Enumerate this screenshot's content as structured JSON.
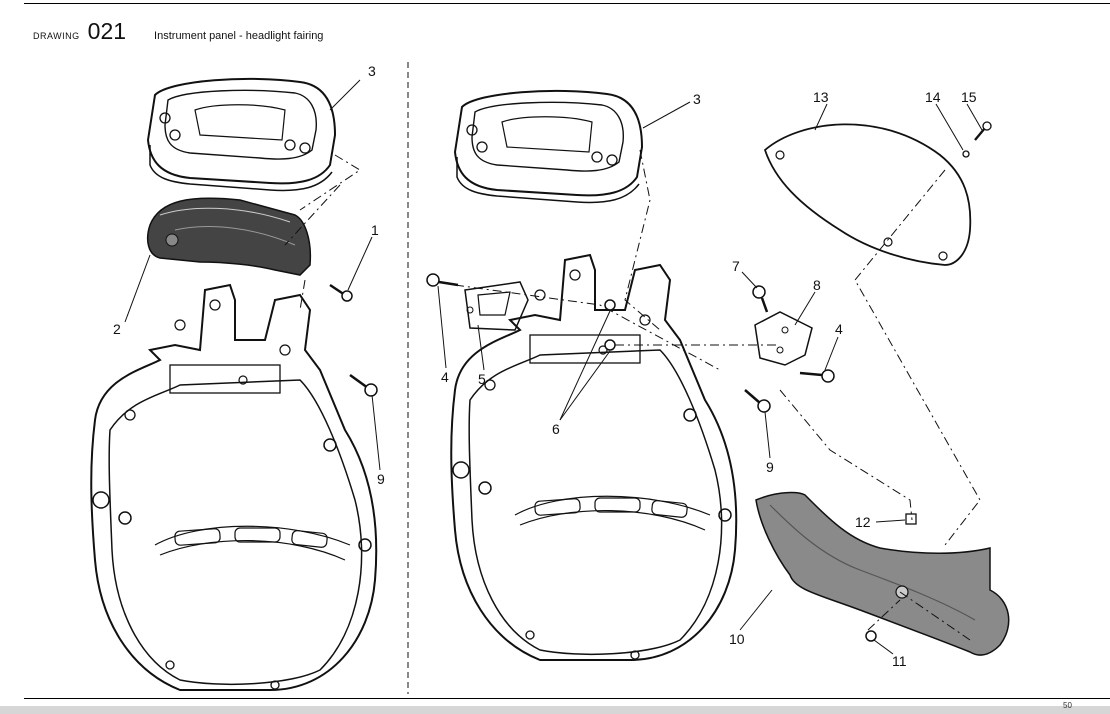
{
  "header": {
    "drawing_label": "DRAWING",
    "drawing_number": "021",
    "title": "Instrument panel - headlight fairing"
  },
  "page_number": "50",
  "callouts": {
    "left": {
      "c3": "3",
      "c1": "1",
      "c2": "2",
      "c9": "9"
    },
    "right": {
      "c3": "3",
      "c13": "13",
      "c14": "14",
      "c15": "15",
      "c7": "7",
      "c8": "8",
      "c4a": "4",
      "c4b": "4",
      "c5": "5",
      "c6": "6",
      "c9": "9",
      "c12": "12",
      "c10": "10",
      "c11": "11"
    }
  }
}
